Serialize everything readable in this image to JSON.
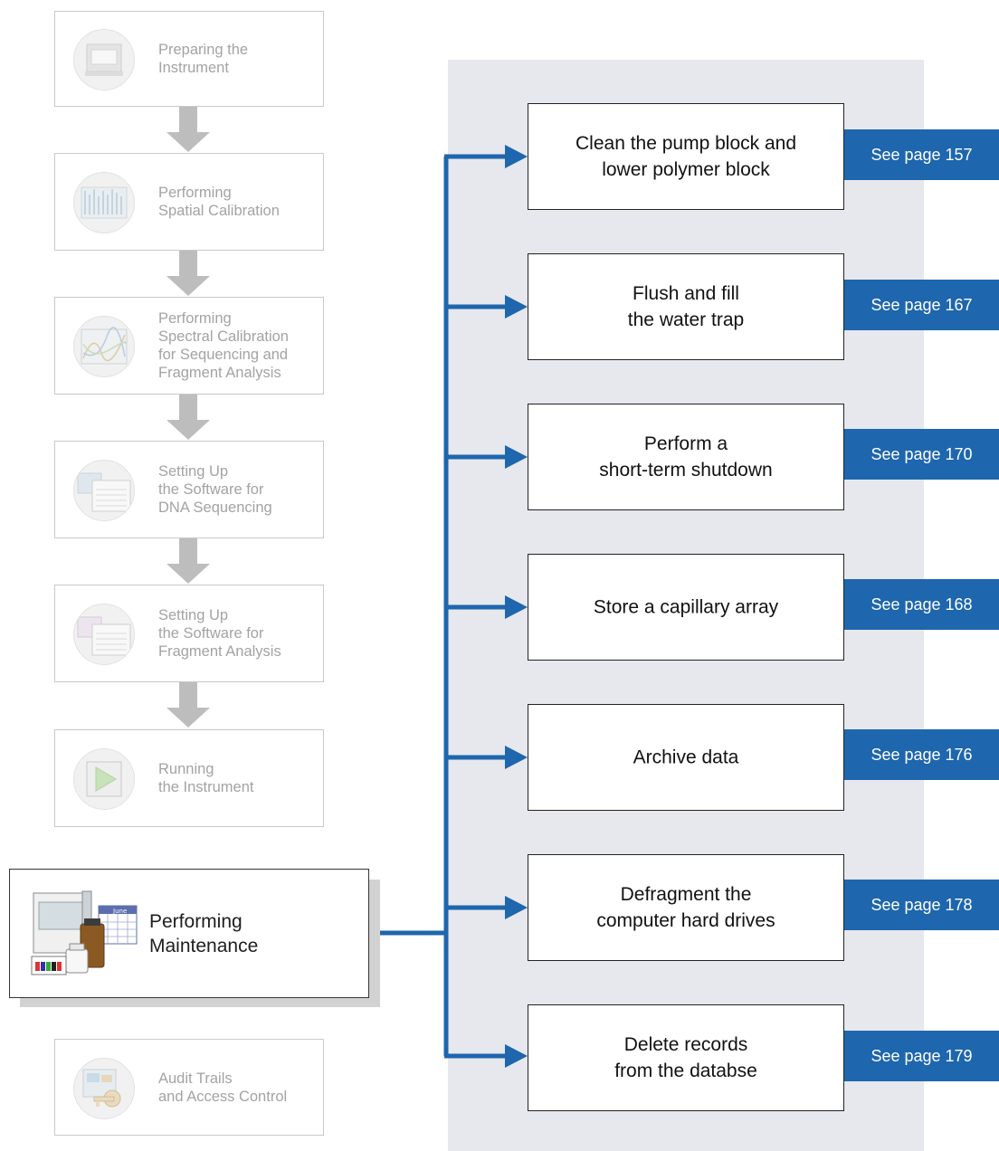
{
  "steps": [
    {
      "label": "Preparing the\nInstrument",
      "icon": "instrument-icon",
      "active": false
    },
    {
      "label": "Performing\nSpatial Calibration",
      "icon": "spatial-calibration-icon",
      "active": false
    },
    {
      "label": "Performing\nSpectral Calibration\nfor Sequencing and\nFragment Analysis",
      "icon": "spectral-calibration-icon",
      "active": false
    },
    {
      "label": "Setting Up\nthe Software for\nDNA Sequencing",
      "icon": "software-sequencing-icon",
      "active": false
    },
    {
      "label": "Setting Up\nthe Software for\nFragment Analysis",
      "icon": "software-fragment-icon",
      "active": false
    },
    {
      "label": "Running\nthe Instrument",
      "icon": "play-icon",
      "active": false
    },
    {
      "label": "Performing\nMaintenance",
      "icon": "maintenance-icon",
      "active": true
    },
    {
      "label": "Audit Trails\nand Access Control",
      "icon": "key-icon",
      "active": false
    }
  ],
  "tasks": [
    {
      "label": "Clean the pump block and\nlower polymer block",
      "page_ref": "See page 157"
    },
    {
      "label": "Flush and fill\nthe water trap",
      "page_ref": "See page 167"
    },
    {
      "label": "Perform a\nshort-term shutdown",
      "page_ref": "See page 170"
    },
    {
      "label": "Store a capillary array",
      "page_ref": "See page 168"
    },
    {
      "label": "Archive data",
      "page_ref": "See page 176"
    },
    {
      "label": "Defragment the\ncomputer hard drives",
      "page_ref": "See page 178"
    },
    {
      "label": "Delete records\nfrom the databse",
      "page_ref": "See page 179"
    }
  ],
  "colors": {
    "accent": "#1e66ad",
    "inactive_text": "#a3a3a3",
    "panel": "#e6e8ee",
    "flow_arrow": "#bdbdbd"
  },
  "calendar_month": "June"
}
